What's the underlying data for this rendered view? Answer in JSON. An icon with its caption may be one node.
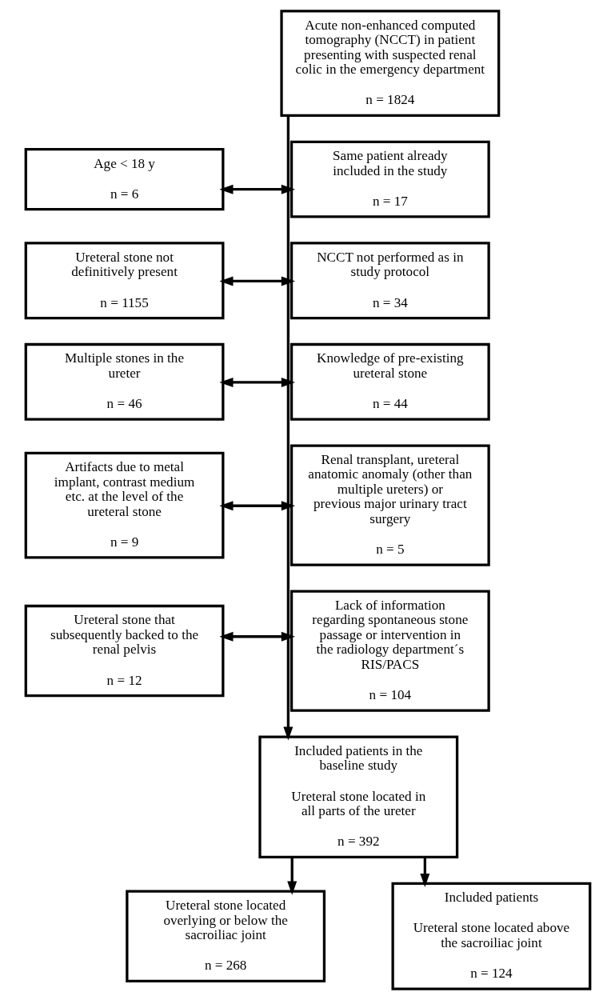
{
  "diagram": {
    "nodes": [
      {
        "text": [
          "Acute non-enhanced computed tomography (NCCT) in patient presenting with suspected renal colic in the emergency department",
          "n = 1824"
        ]
      },
      {
        "text": [
          "Age < 18 y",
          "n = 6"
        ]
      },
      {
        "text": [
          "Same patient already included in the study",
          "n = 17"
        ]
      },
      {
        "text": [
          "Ureteral stone not definitively present",
          "n = 1155"
        ]
      },
      {
        "text": [
          "NCCT not performed as in study protocol",
          "n = 34"
        ]
      },
      {
        "text": [
          "Multiple stones in the ureter",
          "n = 46"
        ]
      },
      {
        "text": [
          "Knowledge of pre-existing ureteral stone",
          "n = 44"
        ]
      },
      {
        "text": [
          "Artifacts due to metal implant, contrast medium etc. at the level of the ureteral stone",
          "n = 9"
        ]
      },
      {
        "text": [
          "Renal transplant, ureteral anatomic anomaly (other than multiple ureters) or previous major urinary tract surgery",
          "n = 5"
        ]
      },
      {
        "text": [
          "Ureteral stone that subsequently backed to the renal pelvis",
          "n = 12"
        ]
      },
      {
        "text": [
          "Lack of information regarding spontaneous stone passage or intervention in the radiology department´s RIS/PACS",
          "n = 104"
        ]
      },
      {
        "text": [
          "Included patients in the baseline study",
          "Ureteral stone located in all parts of the ureter",
          "n = 392"
        ]
      },
      {
        "text": [
          "Ureteral stone located overlying or below the sacroiliac joint",
          "n = 268"
        ]
      },
      {
        "text": [
          "Included patients",
          "Ureteral stone located above the sacroiliac joint",
          "n = 124"
        ]
      }
    ],
    "edges": [
      {
        "from": 0,
        "to": 11,
        "arrow": "to"
      },
      {
        "from": 1,
        "to": 2,
        "arrow": "both"
      },
      {
        "from": 3,
        "to": 4,
        "arrow": "both"
      },
      {
        "from": 5,
        "to": 6,
        "arrow": "both"
      },
      {
        "from": 7,
        "to": 8,
        "arrow": "both"
      },
      {
        "from": 9,
        "to": 10,
        "arrow": "both"
      },
      {
        "from": 11,
        "to": 13,
        "arrow": "to"
      },
      {
        "from": 11,
        "to": 12,
        "arrow": "to"
      }
    ]
  }
}
